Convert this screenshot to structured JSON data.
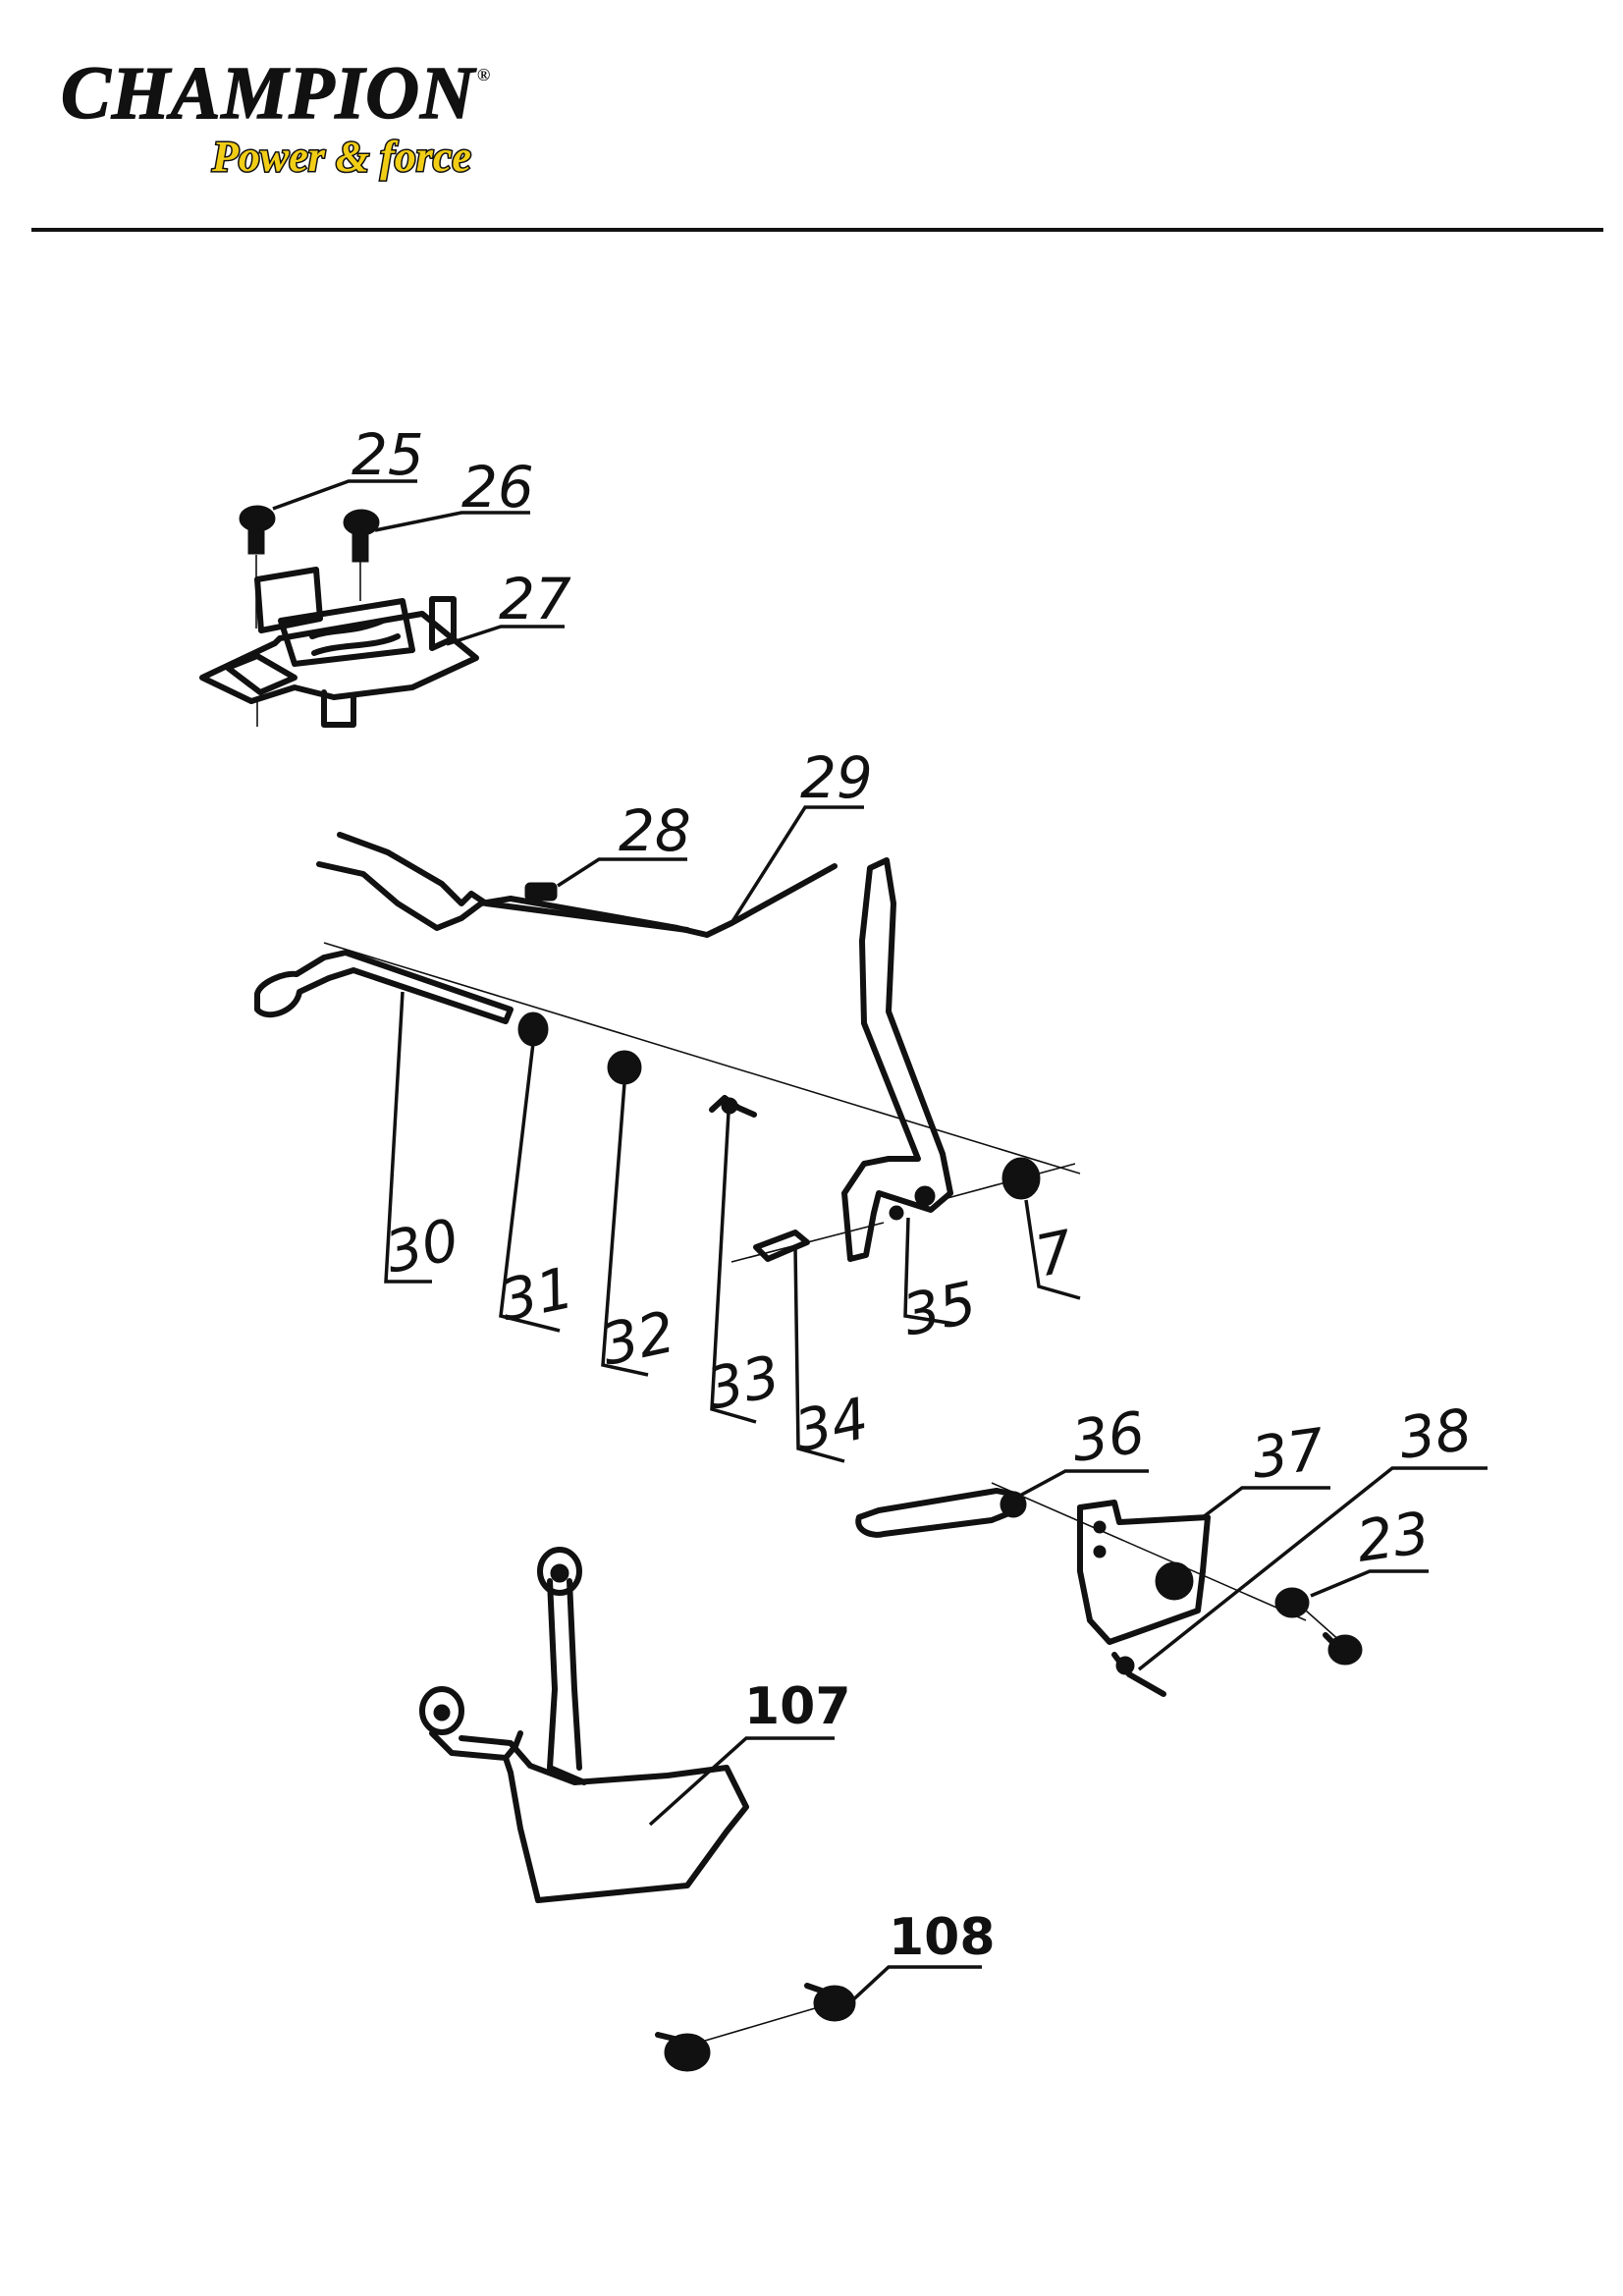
{
  "header": {
    "brand": "CHAMPION",
    "registered_mark": "®",
    "tagline": "Power & force"
  },
  "diagram": {
    "callouts": [
      "25",
      "26",
      "27",
      "28",
      "29",
      "30",
      "31",
      "32",
      "33",
      "34",
      "7",
      "35",
      "36",
      "37",
      "38",
      "23",
      "107",
      "108"
    ]
  }
}
